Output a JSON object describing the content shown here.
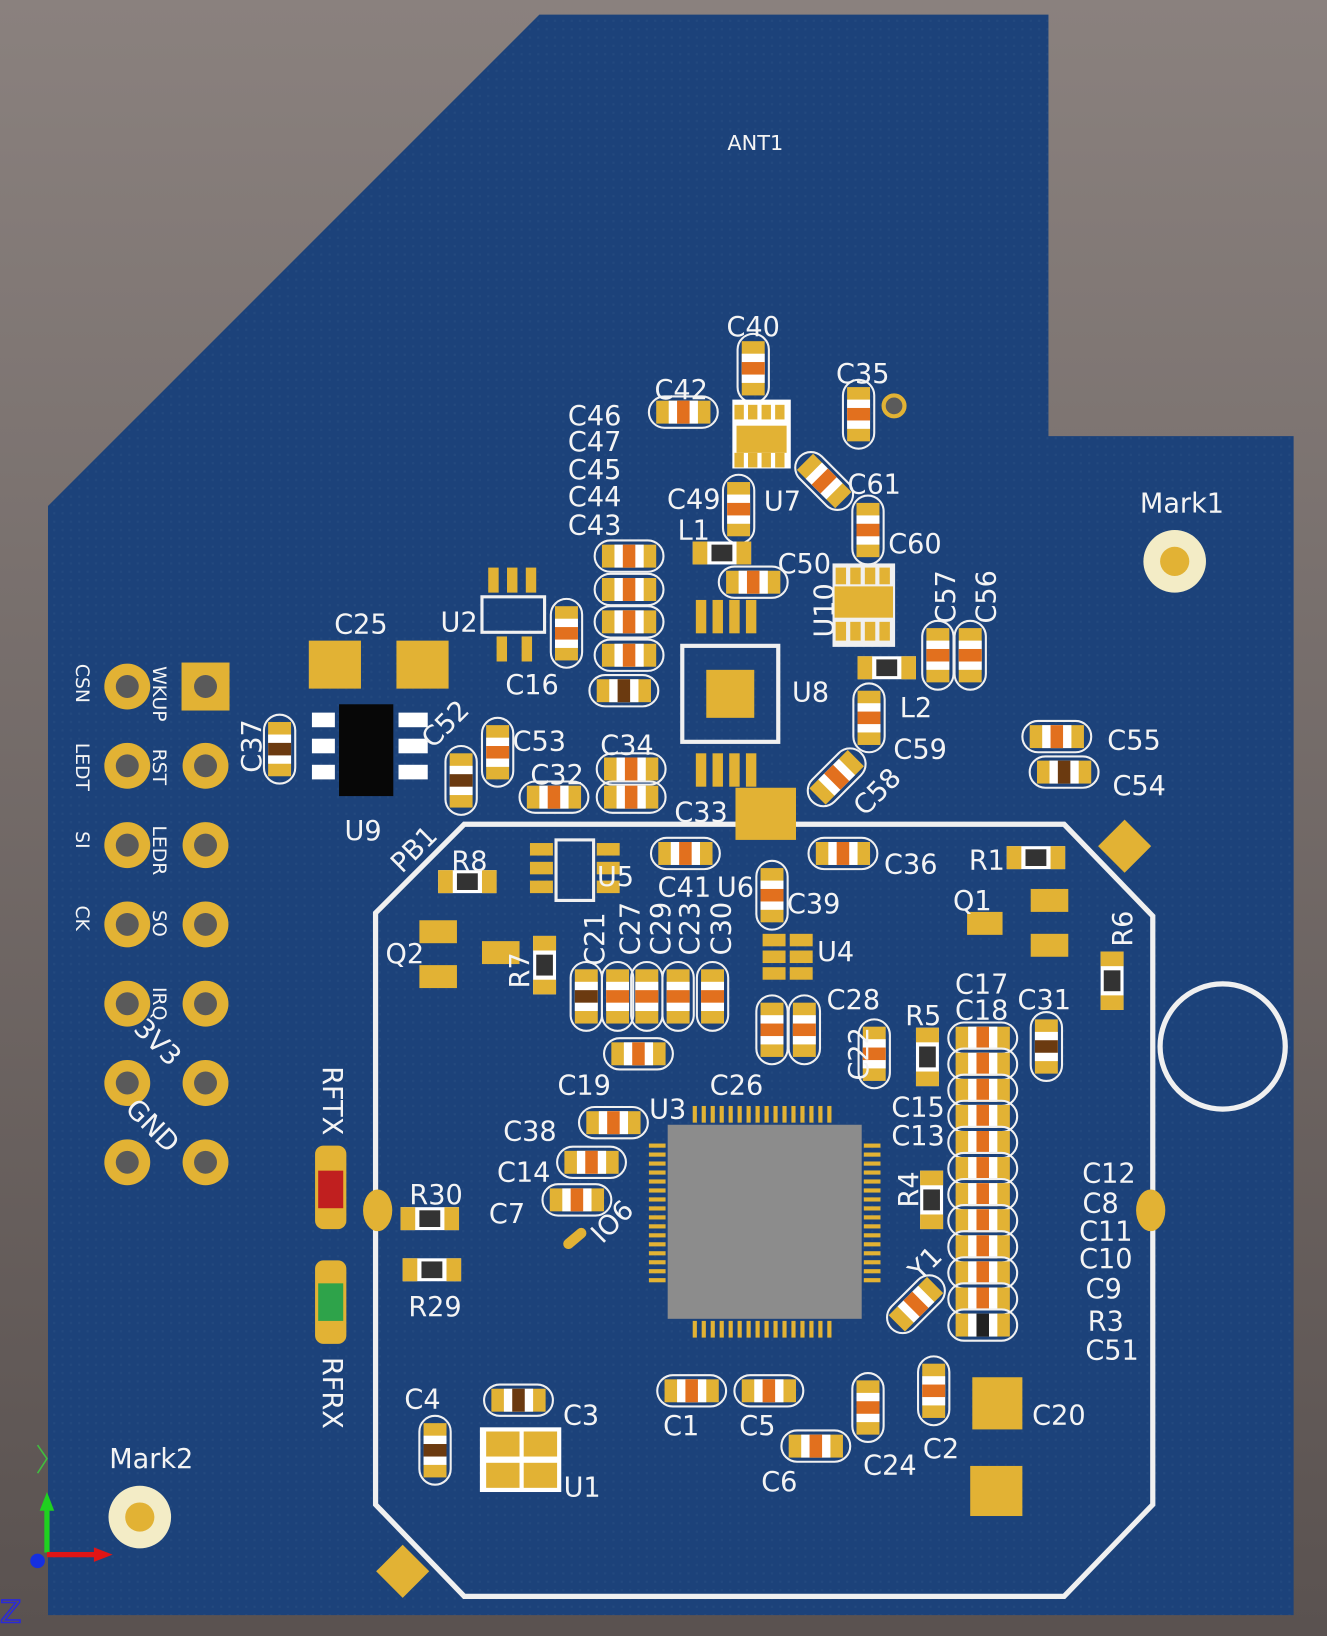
{
  "view": {
    "title": "PCB 3D view",
    "axis_label_z": "Z"
  },
  "colors": {
    "board": "#1c427a",
    "silk": "#f4f4f4",
    "gold": "#e2b234",
    "background_top": "#8a817e",
    "background_bottom": "#5a5250",
    "cap_body": "#e2701e",
    "led_red": "#c01f1f",
    "led_green": "#2ea34a",
    "qfp_body": "#8c8c8c"
  },
  "silkscreen": [
    "ANT1",
    "C40",
    "C42",
    "C35",
    "C46",
    "C47",
    "C45",
    "C44",
    "C43",
    "C49",
    "U7",
    "C61",
    "L1",
    "C60",
    "C50",
    "U2",
    "C25",
    "C16",
    "U8",
    "L2",
    "C55",
    "C54",
    "C59",
    "C53",
    "C34",
    "C32",
    "C33",
    "U9",
    "C36",
    "R1",
    "R8",
    "U5",
    "C41",
    "U6",
    "C39",
    "Q1",
    "Q2",
    "U4",
    "C28",
    "R5",
    "C17",
    "C18",
    "C31",
    "C19",
    "C26",
    "U3",
    "C15",
    "C13",
    "C38",
    "C14",
    "C12",
    "C8",
    "C11",
    "C10",
    "C9",
    "R3",
    "C51",
    "R30",
    "C7",
    "R29",
    "C4",
    "C3",
    "C1",
    "C5",
    "C20",
    "C24",
    "C2",
    "C6",
    "U1",
    "Mark1",
    "Mark2",
    "C37",
    "C52",
    "PB1",
    "R7",
    "C21",
    "C27",
    "C29",
    "C23",
    "C30",
    "C22",
    "R4",
    "C57",
    "C56",
    "U10",
    "C58",
    "R6",
    "Y1",
    "IO6",
    "RFTX",
    "RFRX",
    "CSN",
    "WKUP",
    "LEDT",
    "RST",
    "SI",
    "LEDR",
    "CK",
    "SO",
    "IRQ",
    "3V3",
    "GND"
  ]
}
